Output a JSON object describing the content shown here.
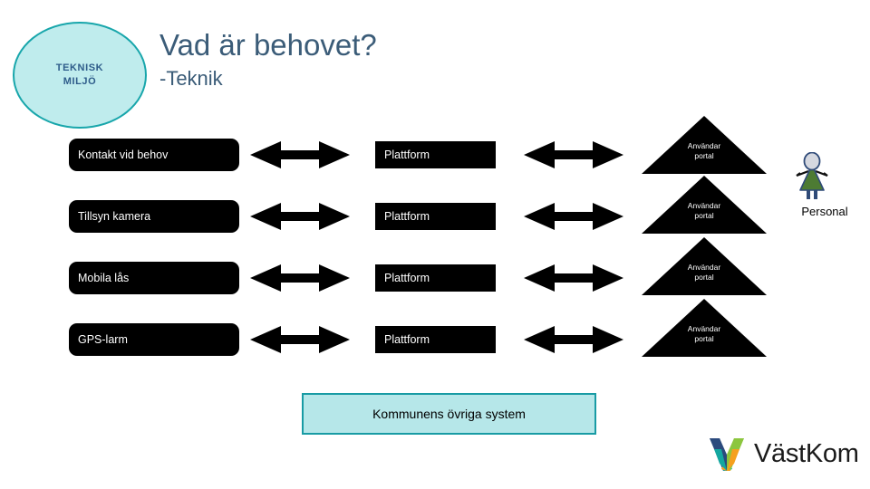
{
  "header": {
    "circle_badge": {
      "line1": "TEKNISK",
      "line2": "MILJÖ",
      "fill_color": "#bfeced",
      "border_color": "#18a6ab",
      "text_color": "#2e5c8a"
    },
    "title": "Vad är behovet?",
    "subtitle": "-Teknik",
    "title_color": "#3b5c78"
  },
  "diagram": {
    "rows": [
      {
        "source": "Kontakt vid behov",
        "arrow_left": "double-arrow",
        "platform": "Plattform",
        "arrow_right": "double-arrow",
        "portal_line1": "Användar",
        "portal_line2": "portal"
      },
      {
        "source": "Tillsyn kamera",
        "arrow_left": "double-arrow",
        "platform": "Plattform",
        "arrow_right": "double-arrow",
        "portal_line1": "Användar",
        "portal_line2": "portal"
      },
      {
        "source": "Mobila lås",
        "arrow_left": "double-arrow",
        "platform": "Plattform",
        "arrow_right": "double-arrow",
        "portal_line1": "Användar",
        "portal_line2": "portal"
      },
      {
        "source": "GPS-larm",
        "arrow_left": "double-arrow",
        "platform": "Plattform",
        "arrow_right": "double-arrow",
        "portal_line1": "Användar",
        "portal_line2": "portal"
      }
    ],
    "person": {
      "label": "Personal",
      "head_color": "#d5d8e0",
      "body_color": "#4d7b33",
      "outline_color": "#2f4a78"
    },
    "bottom_box": {
      "label": "Kommunens övriga system",
      "fill_color": "#b6e7e9",
      "border_color": "#189ba4"
    },
    "shape_color": "#000000",
    "shape_text_color": "#ffffff"
  },
  "footer": {
    "brand_name": "VästKom",
    "brand_mark_colors": {
      "navy": "#2b4a7d",
      "teal": "#14a7a0",
      "green": "#8cc63e",
      "orange": "#f5a01e"
    }
  }
}
